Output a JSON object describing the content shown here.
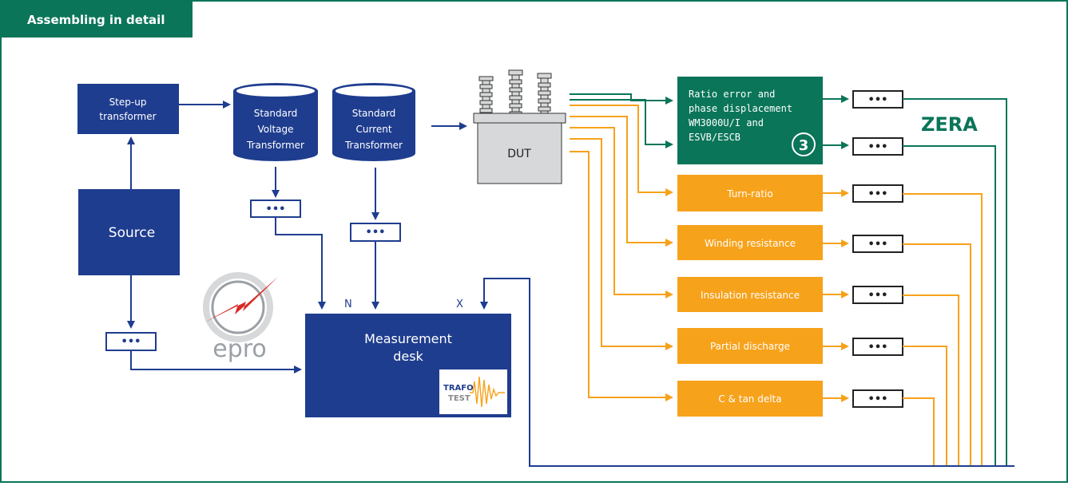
{
  "title": "Assembling in detail",
  "colors": {
    "green": "#0a7559",
    "blue": "#1f3d8f",
    "orange": "#f7a21b",
    "grey": "#d7d8d9",
    "red": "#d92b26"
  },
  "blocks": {
    "step_up": [
      "Step-up",
      "transformer"
    ],
    "source": "Source",
    "std_voltage": [
      "Standard",
      "Voltage",
      "Transformer"
    ],
    "std_current": [
      "Standard",
      "Current",
      "Transformer"
    ],
    "dut": "DUT",
    "desk": [
      "Measurement",
      "desk"
    ],
    "ratio": [
      "Ratio error and",
      "phase displacement",
      "WM3000U/I and",
      "ESVB/ESCB"
    ]
  },
  "ports": {
    "n": "N",
    "x": "X"
  },
  "tests": [
    "Turn-ratio",
    "Winding resistance",
    "Insulation resistance",
    "Partial discharge",
    "C & tan delta"
  ],
  "connector_label": "•••",
  "logos": {
    "zera": "ZERA",
    "epro": "epro",
    "trafo": "TRAFO",
    "test": "TEST"
  },
  "badge_icon": "circled-3-icon"
}
